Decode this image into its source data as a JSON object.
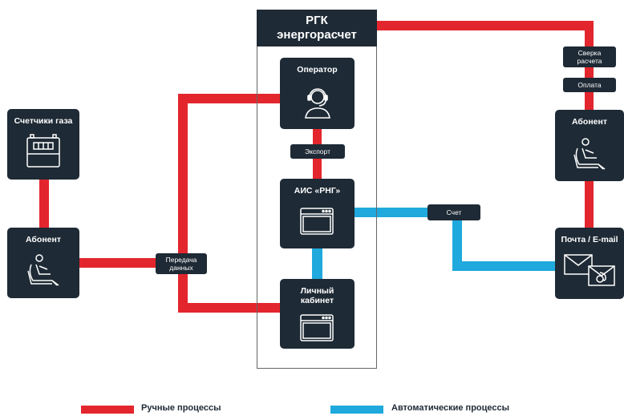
{
  "company": {
    "line1": "РГК",
    "line2": "энергорасчет"
  },
  "nodes": {
    "operator": "Оператор",
    "ais": "АИС «РНГ»",
    "cabinet_line1": "Личный",
    "cabinet_line2": "кабинет",
    "gas_meters": "Счетчики газа",
    "subscriber_left": "Абонент",
    "subscriber_right": "Абонент",
    "mail": "Почта / E-mail"
  },
  "tags": {
    "export": "Экспорт",
    "transfer_line1": "Передача",
    "transfer_line2": "данных",
    "invoice": "Счет",
    "reconcile_line1": "Сверка",
    "reconcile_line2": "расчета",
    "payment": "Оплата"
  },
  "legend": {
    "manual": "Ручные процессы",
    "auto": "Автоматические процессы"
  },
  "colors": {
    "manual": "#e3262d",
    "auto": "#1fa9dd",
    "node": "#1e2a35"
  }
}
